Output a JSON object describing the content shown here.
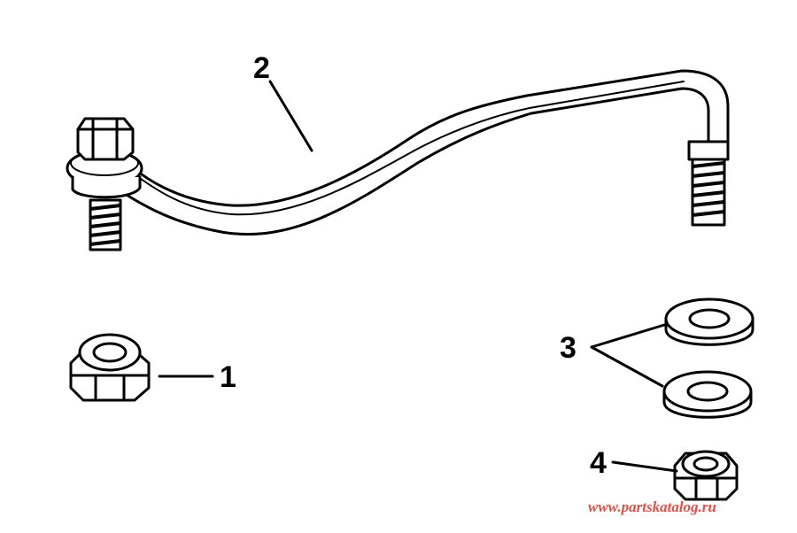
{
  "callouts": [
    {
      "label": "1",
      "part": "nut"
    },
    {
      "label": "2",
      "part": "tie-bar"
    },
    {
      "label": "3",
      "part": "washer"
    },
    {
      "label": "4",
      "part": "nut"
    }
  ],
  "watermark": {
    "text": "www.partskatalog.ru",
    "color": "#e0504a"
  },
  "colors": {
    "ink": "#000000",
    "background": "#ffffff"
  }
}
